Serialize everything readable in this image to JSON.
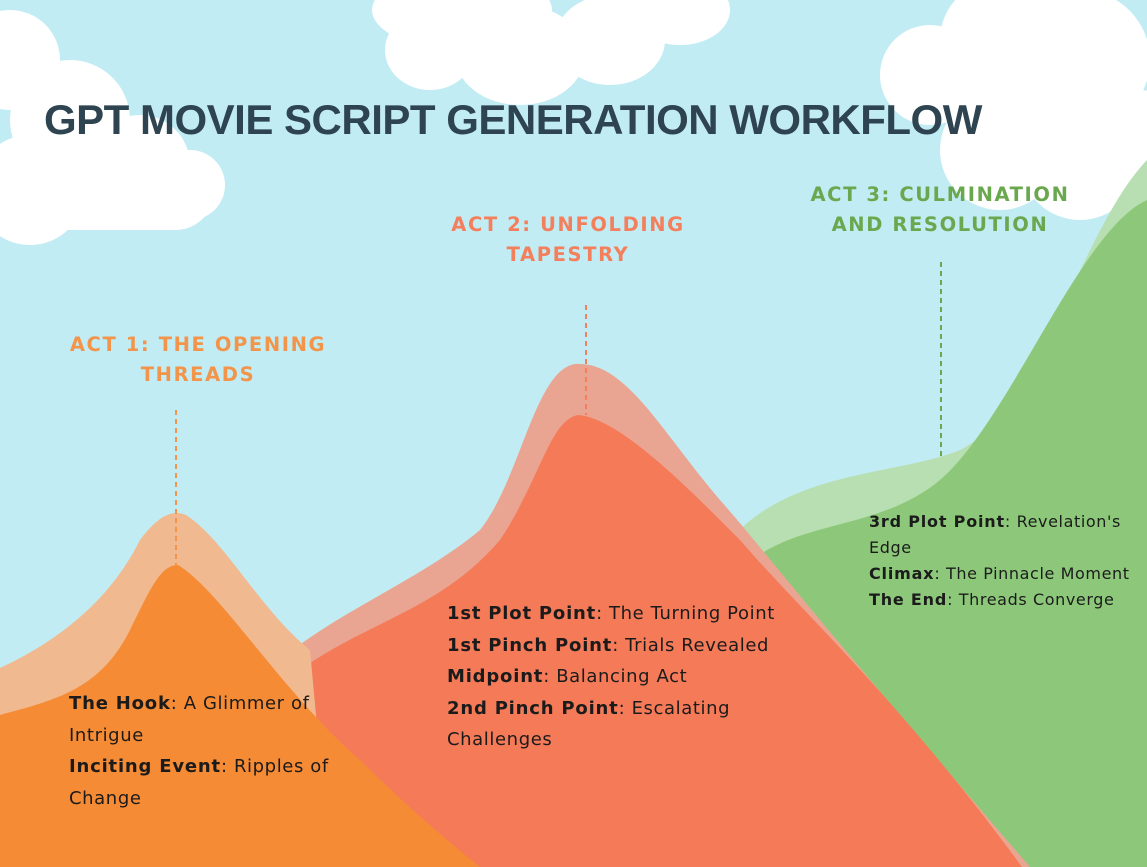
{
  "title": "GPT MOVIE SCRIPT GENERATION WORKFLOW",
  "colors": {
    "sky": "#c2ecf3",
    "cloud": "#ffffff",
    "title": "#2e4450",
    "act1": "#f58b35",
    "act1_shadow": "#f1b98f",
    "act2": "#f47a58",
    "act2_shadow": "#e9a592",
    "act3": "#8dc87a",
    "act3_shadow": "#b7dfb2"
  },
  "acts": [
    {
      "heading_lines": [
        "ACT 1: THE OPENING",
        "THREADS"
      ],
      "beats": [
        {
          "name": "The Hook",
          "text": ": A Glimmer of Intrigue"
        },
        {
          "name": "Inciting Event",
          "text": ": Ripples of Change"
        }
      ]
    },
    {
      "heading_lines": [
        "ACT 2: UNFOLDING",
        "TAPESTRY"
      ],
      "beats": [
        {
          "name": "1st Plot Point",
          "text": ": The Turning Point"
        },
        {
          "name": "1st Pinch Point",
          "text": ": Trials Revealed"
        },
        {
          "name": "Midpoint",
          "text": ": Balancing Act"
        },
        {
          "name": "2nd Pinch Point",
          "text": ": Escalating Challenges"
        }
      ]
    },
    {
      "heading_lines": [
        "ACT 3: CULMINATION",
        "AND RESOLUTION"
      ],
      "beats": [
        {
          "name": "3rd Plot Point",
          "text": ": Revelation's Edge"
        },
        {
          "name": "Climax",
          "text": ": The Pinnacle Moment"
        },
        {
          "name": "The End",
          "text": ": Threads Converge"
        }
      ]
    }
  ]
}
